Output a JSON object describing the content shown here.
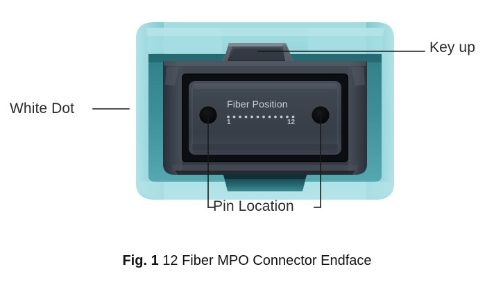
{
  "figure": {
    "caption_prefix": "Fig. 1",
    "caption_text": "12 Fiber MPO Connector Endface"
  },
  "callouts": [
    {
      "id": "white-dot",
      "label": "White Dot"
    },
    {
      "id": "key-up",
      "label": "Key up"
    },
    {
      "id": "pin-location",
      "label": "Pin Location"
    }
  ],
  "ferrule": {
    "title": "Fiber Position",
    "first_index": "1",
    "last_index": "12",
    "fiber_count": 12
  },
  "colors": {
    "boot_teal": "#8fd3d8",
    "boot_teal_light": "#a9dfe2",
    "boot_teal_dark": "#4f9ca4",
    "housing_dark": "#3a4048",
    "housing_darker": "#23272d",
    "recess_black": "#0a0c0f",
    "ferrule_slate": "#3c424c",
    "label_ink": "#2b2b2b",
    "caption_ink": "#111111",
    "leader_line": "#1a1a1a",
    "page_background": "#ffffff"
  },
  "chart_data": {
    "type": "diagram",
    "title": "12 Fiber MPO Connector Endface",
    "subject": "MPO fiber optic connector endface, front view",
    "annotations": [
      {
        "label": "White Dot",
        "points_to": "left side of connector boot",
        "leader": "horizontal line from right of text"
      },
      {
        "label": "Key up",
        "points_to": "raised key tab on top of connector housing",
        "leader": "horizontal line from left of text"
      },
      {
        "label": "Pin Location",
        "points_to": "two guide pin holes on ferrule endface",
        "leader": "bracket with two vertical lines"
      }
    ],
    "ferrule_markings": {
      "title_text": "Fiber Position",
      "fiber_positions": [
        1,
        2,
        3,
        4,
        5,
        6,
        7,
        8,
        9,
        10,
        11,
        12
      ],
      "labeled_ticks": [
        "1",
        "12"
      ]
    }
  }
}
